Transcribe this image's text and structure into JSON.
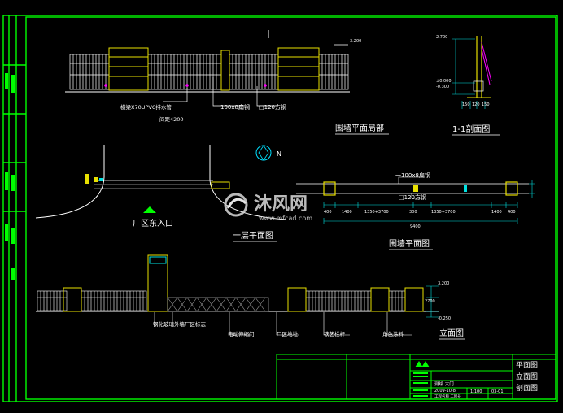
{
  "colors": {
    "background": "#000000",
    "frame_green": "#00ff00",
    "structure_yellow": "#e8e000",
    "fence_white": "#ffffff",
    "dim_cyan": "#00e0e0",
    "accent_magenta": "#ff00ff",
    "gate_gray": "#9a9a9a"
  },
  "drawing": {
    "top_elevation": {
      "level_mark": "3.200",
      "notes": {
        "pipe": "横梁Ⅹ70UPVC排水管",
        "pipe_spacing": "间距4200",
        "plate": "一100x8扁钢",
        "column": "□120方钢"
      },
      "title": "围墙平面局部"
    },
    "section": {
      "title": "1-1剖面图",
      "level_top": "2.700",
      "level_mid": "±0.000",
      "level_bottom": "-0.300",
      "dims": [
        "150",
        "120",
        "150"
      ]
    },
    "plan": {
      "title": "一层平面图",
      "entrance_label": "厂区东入口",
      "north": "N"
    },
    "wall_plan": {
      "title": "围墙平面图",
      "plate_note": "一100x8扁钢",
      "column_note": "□120方钢",
      "dims": [
        "400",
        "1400",
        "1350+3700",
        "300",
        "1350+3700",
        "1400",
        "400"
      ],
      "total": "9400"
    },
    "elevation": {
      "title": "立面图",
      "level_top": "3.200",
      "level_mid": "2700",
      "level_bottom": "-0.250",
      "callouts": [
        "钢化玻璃外墙厂区标志",
        "电动伸缩门",
        "厂区地址",
        "铁艺栏杆",
        "角色涂料"
      ]
    }
  },
  "watermark": {
    "name": "沐风网",
    "url": "www.mfcad.com"
  },
  "title_block": {
    "sheet_titles": [
      "平面图",
      "立面图",
      "剖面图"
    ],
    "designer": "测绘 大门",
    "date": "2009-10-8",
    "scale": "1:100",
    "sheet_no": "03-01",
    "project": "工程名称 工程号"
  }
}
